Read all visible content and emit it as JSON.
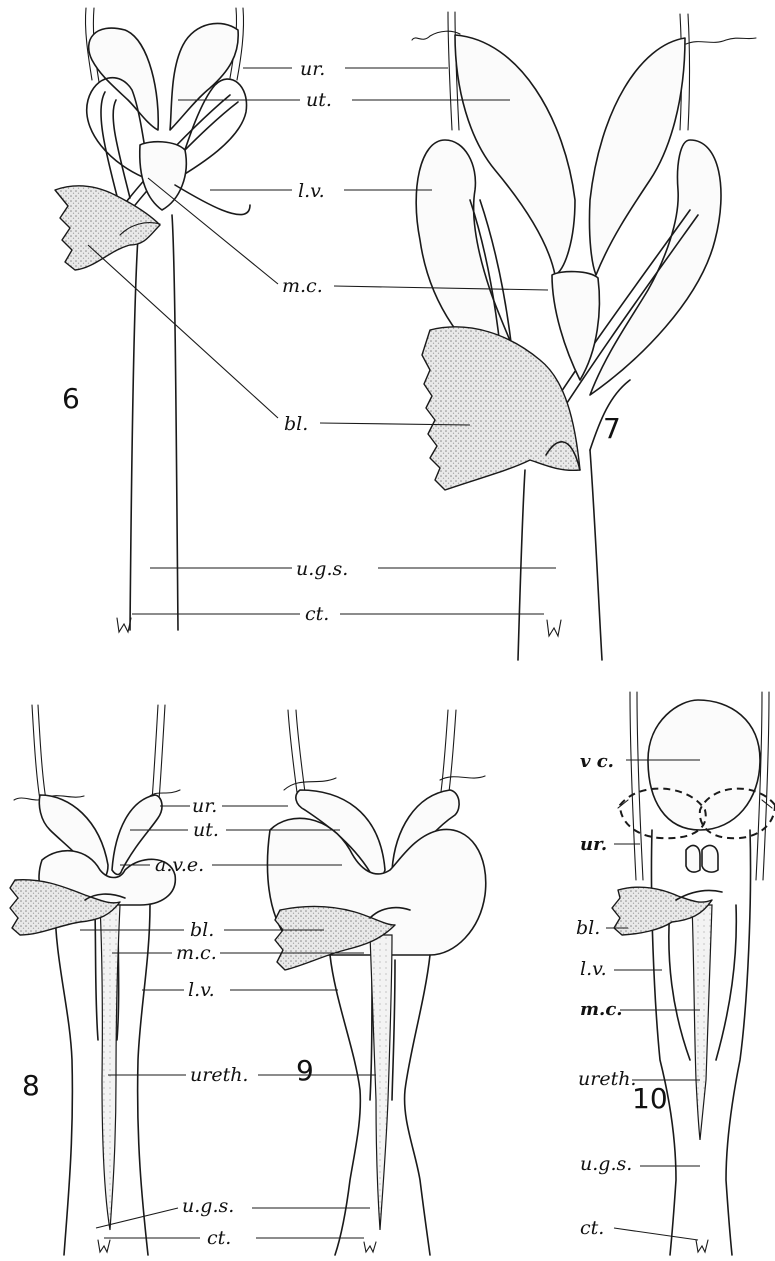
{
  "figures": {
    "fig6": {
      "number": "6"
    },
    "fig7": {
      "number": "7"
    },
    "fig8": {
      "number": "8"
    },
    "fig9": {
      "number": "9"
    },
    "fig10": {
      "number": "10"
    }
  },
  "labels_top": {
    "ur": "ur.",
    "ut": "ut.",
    "lv": "l.v.",
    "mc": "m.c.",
    "bl": "bl.",
    "ugs": "u.g.s.",
    "ct": "ct."
  },
  "labels_bottom_left": {
    "ur": "ur.",
    "ut": "ut.",
    "ave": "a.v.e.",
    "bl": "bl.",
    "mc": "m.c.",
    "lv": "l.v.",
    "ureth": "ureth.",
    "ugs": "u.g.s.",
    "ct": "ct."
  },
  "labels_fig10": {
    "vc": "v c.",
    "ur": "ur.",
    "bl": "bl.",
    "lv": "l.v.",
    "mc": "m.c.",
    "ureth": "ureth.",
    "ugs": "u.g.s.",
    "ct": "ct."
  }
}
